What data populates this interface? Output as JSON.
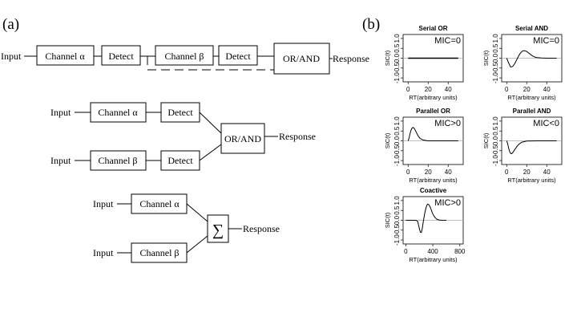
{
  "panels": {
    "a": "(a)",
    "b": "(b)"
  },
  "diagram": {
    "serial": {
      "input": "Input",
      "channel_alpha": "Channel α",
      "detect_1": "Detect",
      "channel_beta": "Channel β",
      "detect_2": "Detect",
      "gate": "OR/AND",
      "response": "Response"
    },
    "parallel": {
      "input_top": "Input",
      "input_bottom": "Input",
      "channel_alpha": "Channel α",
      "channel_beta": "Channel β",
      "detect_top": "Detect",
      "detect_bottom": "Detect",
      "gate": "OR/AND",
      "response": "Response"
    },
    "coactive": {
      "input_top": "Input",
      "input_bottom": "Input",
      "channel_alpha": "Channel α",
      "channel_beta": "Channel β",
      "sum_symbol": "∑",
      "response": "Response"
    }
  },
  "chart_data": [
    {
      "type": "line",
      "title": "Serial OR",
      "xlabel": "RT(arbitrary units)",
      "ylabel": "SIC(t)",
      "annotation": "MIC=0",
      "xlim": [
        -5,
        55
      ],
      "ylim": [
        -1.2,
        1.2
      ],
      "xticks": [
        0,
        20,
        40
      ],
      "yticks": [
        -1.0,
        -0.5,
        0.0,
        0.5,
        1.0
      ],
      "series": [
        {
          "x": [
            0,
            5,
            10,
            20,
            30,
            40,
            50
          ],
          "y": [
            0,
            0,
            0,
            0,
            0,
            0,
            0
          ]
        }
      ]
    },
    {
      "type": "line",
      "title": "Serial AND",
      "xlabel": "RT(arbitrary units)",
      "ylabel": "SIC(t)",
      "annotation": "MIC=0",
      "xlim": [
        -5,
        55
      ],
      "ylim": [
        -1.2,
        1.2
      ],
      "xticks": [
        0,
        20,
        40
      ],
      "yticks": [
        -1.0,
        -0.5,
        0.0,
        0.5,
        1.0
      ],
      "series": [
        {
          "x": [
            0,
            2,
            4,
            6,
            8,
            10,
            12,
            14,
            16,
            18,
            20,
            22,
            24,
            26,
            28,
            30,
            35,
            40,
            50
          ],
          "y": [
            0,
            -0.25,
            -0.45,
            -0.42,
            -0.28,
            -0.08,
            0.12,
            0.28,
            0.37,
            0.38,
            0.34,
            0.26,
            0.18,
            0.11,
            0.06,
            0.03,
            0.01,
            0,
            0
          ]
        }
      ]
    },
    {
      "type": "line",
      "title": "Parallel OR",
      "xlabel": "RT(arbitrary units)",
      "ylabel": "SIC(t)",
      "annotation": "MIC>0",
      "xlim": [
        -5,
        55
      ],
      "ylim": [
        -1.2,
        1.2
      ],
      "xticks": [
        0,
        20,
        40
      ],
      "yticks": [
        -1.0,
        -0.5,
        0.0,
        0.5,
        1.0
      ],
      "series": [
        {
          "x": [
            0,
            1,
            2,
            3,
            4,
            5,
            6,
            7,
            8,
            10,
            12,
            15,
            20,
            30,
            50
          ],
          "y": [
            0,
            0.15,
            0.38,
            0.55,
            0.65,
            0.68,
            0.64,
            0.55,
            0.45,
            0.25,
            0.12,
            0.04,
            0,
            0,
            0
          ]
        }
      ]
    },
    {
      "type": "line",
      "title": "Parallel AND",
      "xlabel": "RT(arbitrary units)",
      "ylabel": "SIC(t)",
      "annotation": "MIC<0",
      "xlim": [
        -5,
        55
      ],
      "ylim": [
        -1.2,
        1.2
      ],
      "xticks": [
        0,
        20,
        40
      ],
      "yticks": [
        -1.0,
        -0.5,
        0.0,
        0.5,
        1.0
      ],
      "series": [
        {
          "x": [
            0,
            1,
            2,
            3,
            4,
            5,
            6,
            8,
            10,
            12,
            15,
            20,
            30,
            50
          ],
          "y": [
            0,
            -0.15,
            -0.38,
            -0.55,
            -0.64,
            -0.65,
            -0.6,
            -0.45,
            -0.3,
            -0.18,
            -0.07,
            -0.01,
            0,
            0
          ]
        }
      ]
    },
    {
      "type": "line",
      "title": "Coactive",
      "xlabel": "RT(arbitrary units)",
      "ylabel": "SIC(t)",
      "annotation": "MIC>0",
      "xlim": [
        -40,
        850
      ],
      "ylim": [
        -1.2,
        1.2
      ],
      "xticks": [
        0,
        400,
        800
      ],
      "yticks": [
        -1.0,
        -0.5,
        0.0,
        0.5,
        1.0
      ],
      "series": [
        {
          "x": [
            0,
            100,
            150,
            175,
            200,
            215,
            230,
            245,
            260,
            280,
            300,
            320,
            340,
            360,
            380,
            400,
            430,
            460,
            500,
            550,
            600
          ],
          "y": [
            0,
            0,
            0,
            -0.05,
            -0.4,
            -0.6,
            -0.62,
            -0.4,
            -0.05,
            0.35,
            0.65,
            0.82,
            0.8,
            0.68,
            0.5,
            0.32,
            0.15,
            0.05,
            0.01,
            0,
            0
          ]
        }
      ]
    }
  ]
}
